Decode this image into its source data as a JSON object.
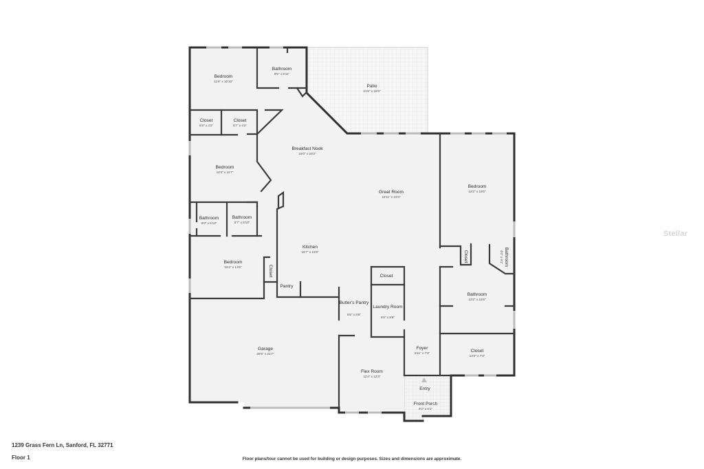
{
  "colors": {
    "room_fill": "#f2f2f2",
    "patio_fill": "#f6f6f6",
    "wall": "#2f2f2f",
    "window": "#bdbdbd",
    "text": "#2b2b2b"
  },
  "rooms": [
    {
      "name": "Bedroom",
      "dim": "11'9\" x 10'10\""
    },
    {
      "name": "Bathroom",
      "dim": "8'5\" x 6'11\""
    },
    {
      "name": "Patio",
      "dim": "21'6\" x 15'5\""
    },
    {
      "name": "Closet",
      "dim": "5'9\" x 4'2\""
    },
    {
      "name": "Closet",
      "dim": "5'7\" x 4'2\""
    },
    {
      "name": "Breakfast Nook",
      "dim": "16'0\" x 20'3\""
    },
    {
      "name": "Bedroom",
      "dim": "14'4\" x 11'7\""
    },
    {
      "name": "Great Room",
      "dim": "15'11\" x 23'4\""
    },
    {
      "name": "Bedroom",
      "dim": "13'2\" x 19'5\""
    },
    {
      "name": "Bathroom",
      "dim": "6'0\" x 5'10\""
    },
    {
      "name": "Bathroom",
      "dim": "5'7\" x 5'10\""
    },
    {
      "name": "Kitchen",
      "dim": "16'7\" x 15'8\""
    },
    {
      "name": "Bedroom",
      "dim": "15'4\" x 13'6\""
    },
    {
      "name": "Closet",
      "dim": ""
    },
    {
      "name": "Closet",
      "dim": ""
    },
    {
      "name": "Bathroom",
      "dim": "4'0\" x 9'1\""
    },
    {
      "name": "Closet",
      "dim": ""
    },
    {
      "name": "Pantry",
      "dim": ""
    },
    {
      "name": "Bathroom",
      "dim": "13'2\" x 15'5\""
    },
    {
      "name": "Butler's Pantry",
      "dim": "5'5\" x 8'8\""
    },
    {
      "name": "Laundry Room",
      "dim": "5'6\" x 8'8\""
    },
    {
      "name": "Garage",
      "dim": "26'5\" x 21'7\""
    },
    {
      "name": "Foyer",
      "dim": "5'11\" x 7'3\""
    },
    {
      "name": "Closet",
      "dim": "13'2\" x 7'3\""
    },
    {
      "name": "Flex Room",
      "dim": "11'4\" x 13'3\""
    },
    {
      "name": "Entry",
      "dim": ""
    },
    {
      "name": "Front Porch",
      "dim": "8'2\" x 6'1\""
    }
  ],
  "footer": {
    "address": "1239 Grass Fern Ln, Sanford, FL 32771",
    "floor": "Floor 1",
    "disclaimer": "Floor plans/tour cannot be used for building or design purposes. Sizes and dimensions are approximate."
  },
  "watermark": "Stellar"
}
